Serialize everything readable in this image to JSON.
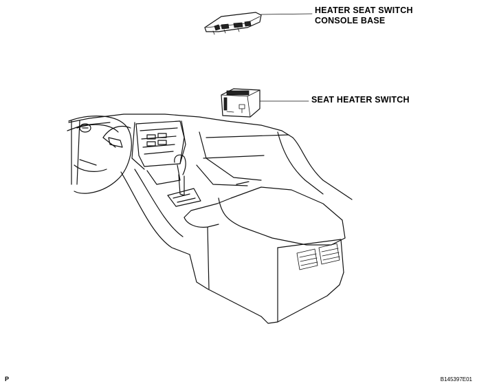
{
  "callouts": {
    "console_base_line1": "HEATER SEAT SWITCH",
    "console_base_line2": "CONSOLE BASE",
    "seat_heater_switch": "SEAT HEATER SWITCH"
  },
  "footer": {
    "page_letter": "P",
    "figure_id": "B145397E01"
  }
}
